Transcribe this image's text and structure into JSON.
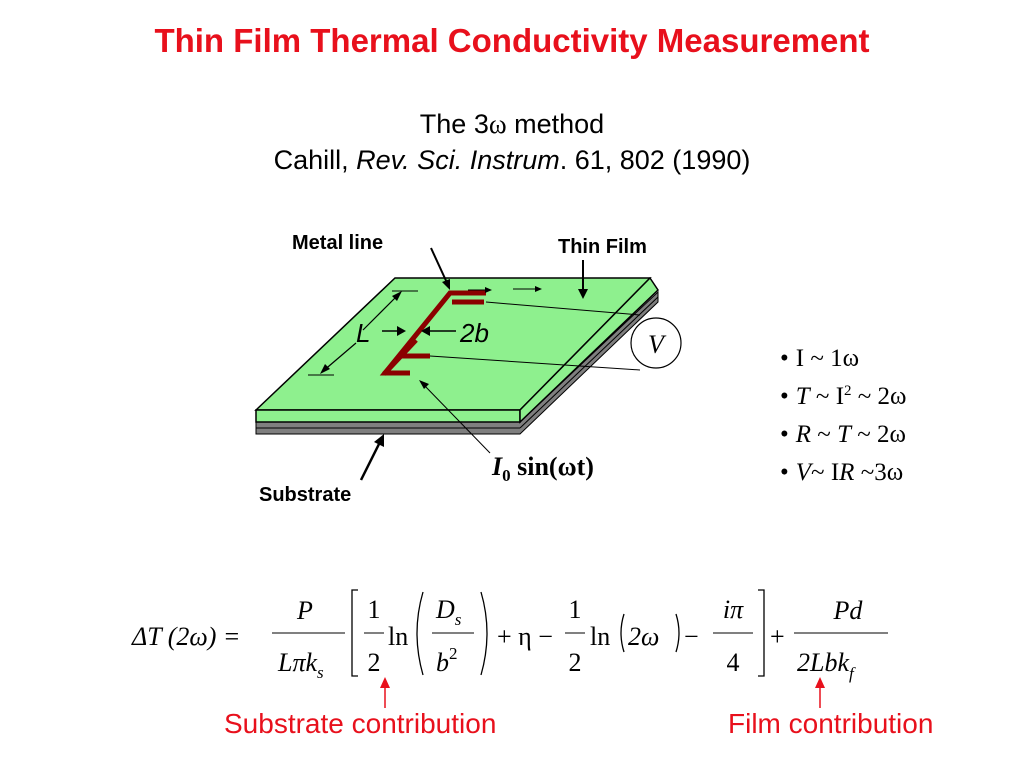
{
  "title": "Thin Film Thermal Conductivity Measurement",
  "subtitle": {
    "method_prefix": "The 3",
    "method_omega": "ω",
    "method_suffix": " method",
    "author": "Cahill, ",
    "journal": "Rev. Sci. Instrum",
    "citation": ". 61, 802 (1990)"
  },
  "diagram": {
    "metal_line_label": "Metal line",
    "thin_film_label": "Thin Film",
    "substrate_label": "Substrate",
    "L_label": "L",
    "b_label": "2b",
    "V_label": "V",
    "current_I": "I",
    "current_sub": "0",
    "current_sin": " sin(ωt)",
    "colors": {
      "film": "#8ef08e",
      "substrate": "#7f7f7f",
      "metal_line": "#8b0000"
    }
  },
  "bullets": {
    "b1": {
      "pre": "I ~ 1ω"
    },
    "b2": {
      "T": "T",
      "mid": " ~ I",
      "sup": "2",
      "post": " ~ 2ω"
    },
    "b3": {
      "R": "R",
      "mid": " ~ ",
      "T": "T",
      "post": " ~ 2ω"
    },
    "b4": {
      "V": "V",
      "mid": "~ I",
      "R": "R",
      "post": " ~3ω"
    }
  },
  "equation": {
    "lhs": "ΔT (2ω) =",
    "P": "P",
    "Lpi": "Lπk",
    "ks_sub": "s",
    "one_a": "1",
    "two_a": "2",
    "ln_a": "ln",
    "Ds": "D",
    "Ds_sub": "s",
    "b": "b",
    "b_sup": "2",
    "plus_eta": "+ η −",
    "one_b": "1",
    "two_b": "2",
    "ln_b": "ln",
    "two_omega": "2ω",
    "minus": "−",
    "ipi": "iπ",
    "four": "4",
    "plus": "+",
    "Pd": "Pd",
    "Lbk": "2Lbk",
    "kf_sub": "f"
  },
  "captions": {
    "substrate": "Substrate contribution",
    "film": "Film contribution"
  }
}
